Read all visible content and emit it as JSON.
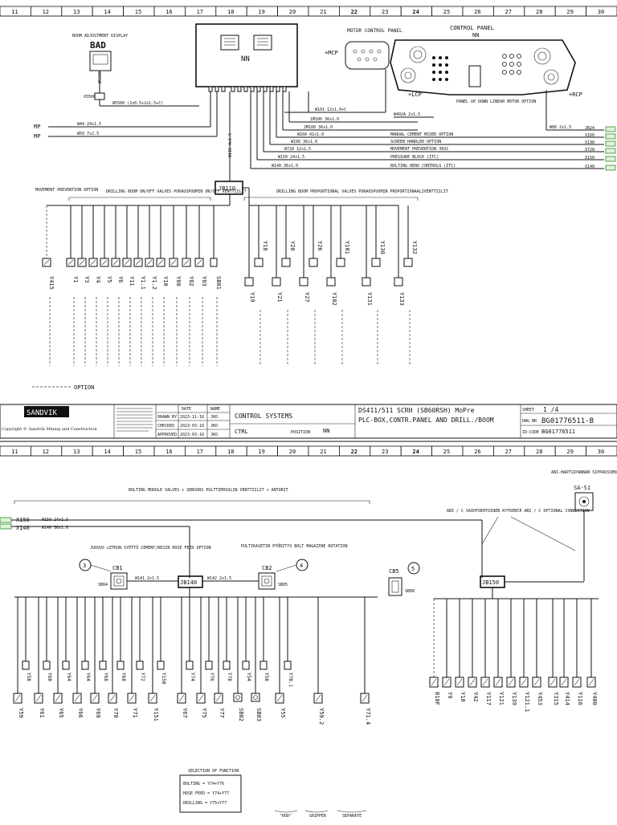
{
  "ruler": [
    "11",
    "12",
    "13",
    "14",
    "15",
    "16",
    "17",
    "18",
    "19",
    "20",
    "21",
    "22",
    "23",
    "24",
    "25",
    "26",
    "27",
    "28",
    "29",
    "30"
  ],
  "sheet1": {
    "boom_adj": {
      "title": "BOOM ADJUSTMENT DISPLAY",
      "name": "BAD",
      "w5": "W5500",
      "x5": "X5500",
      "cable": "W5500  (2x0.5+2x1.5+C)"
    },
    "nn": {
      "name": "NN"
    },
    "motor_panel": {
      "title": "MOTOR CONTROL PANEL",
      "mcp": "+MCP"
    },
    "control_panel": {
      "title": "CONTROL PANEL",
      "name": "NN",
      "lcp": "+LCP",
      "rcp": "+RCP",
      "linear": "PANEL UP DOWN LINEAR MOTOR OPTION"
    },
    "mp": [
      "MP",
      "MP"
    ],
    "wires": [
      {
        "w": "W44",
        "spec": "24x1.5"
      },
      {
        "w": "W50",
        "spec": "7x2.5"
      },
      {
        "w": "W101",
        "spec": "12x1.0+C"
      },
      {
        "w": "W402A",
        "spec": "2x1.5"
      },
      {
        "w": "1M100",
        "spec": "36x1.0"
      },
      {
        "w": "2M100",
        "spec": "36x1.0"
      },
      {
        "w": "W160",
        "spec": "42x1.0",
        "desc": "MANUAL CEMENT MIXER OPTION"
      },
      {
        "w": "W190",
        "spec": "36x1.0",
        "desc": "SCREEN HANDLER OPTION"
      },
      {
        "w": "W728",
        "spec": "12x1.5",
        "desc": "MOVEMENT PREVENTION 3691"
      },
      {
        "w": "W150",
        "spec": "24x1.5",
        "desc": "PRESSURE BLOCK (ITC)"
      },
      {
        "w": "W140",
        "spec": "36x1.0",
        "desc": "BOLTING HEAD CONTROLS (ITC)"
      },
      {
        "w": "W80",
        "spec": "2x1.5"
      }
    ],
    "right_ids": [
      "JB24",
      "X160",
      "X190",
      "X728",
      "X150",
      "X140"
    ],
    "jb": "JB110",
    "groups": {
      "mp_option": "MOVEMENT PREVENTION OPTION",
      "onoff": "DRILLING BOOM ON/OFF VALVES  PORAUSPUOMIN ON/OFF VENTTIILIT",
      "prop": "DRILLING BOOM PROPORTIONAL VALVES  PORAUSPUOMIN PROPORTIONAALIVENTTIILIT"
    },
    "valves_onoff": [
      "Y415",
      "Y1",
      "Y3",
      "Y4",
      "Y5",
      "Y6",
      "Y11",
      "Y1.1",
      "Y1.2",
      "Y10",
      "Y80",
      "Y82",
      "Y83",
      "SB01"
    ],
    "valves_prop_top": [
      "Y18",
      "Y20",
      "Y26",
      "Y101",
      "Y130",
      "Y132"
    ],
    "valves_prop_bot": [
      "Y19",
      "Y21",
      "Y27",
      "Y102",
      "Y131",
      "Y133"
    ],
    "option_label": "OPTION",
    "title_block": {
      "logo": "SANDVIK",
      "copyright": "Copyright © Sandvik Mining and Construction",
      "date_h": "DATE",
      "name_h": "NAME",
      "drawn": "DRAWN BY",
      "checked": "CHECKED",
      "approved": "APPROVED",
      "d1": "2023-11-16",
      "d2": "2023-03-16",
      "d3": "2023-03-16",
      "n1": "JKO",
      "n2": "JKO",
      "n3": "JKO",
      "t1": "CONTROL SYSTEMS",
      "t2": "CTRL",
      "position": "POSITION",
      "pos_val": "NN",
      "desc1": "DS411/511 SCRH (SB60RSH) MoPre",
      "desc2": "PLC-BOX,CONTR.PANEL AND DRILL./BOOM",
      "sheet_h": "SHEET",
      "sheet": "1 /4",
      "dwg_h": "DWG NR",
      "dwg": "BG01776511-B",
      "id_h": "ID-CODE",
      "id": "BG01776511"
    }
  },
  "sheet2": {
    "header": "BOLTING MODULE VALVES + SENSORS  PULTTIMOSULIN VENTTIILIT + ANTURIT",
    "x150": "X150",
    "x150_w": "W150  24x1.5",
    "x140": "X140",
    "x140_w": "W140  36x1.0",
    "cb1_title": "JUOVUS LETKUN SYÖTTÖ CEMENT/RESIN HOSE FEED OPTION",
    "cb2_title": "PULTIKASETIN PYÖRITYS BOLT MAGAZINE ROTATION",
    "cb1": "CB1",
    "cb2": "CB2",
    "cb5": "CB5",
    "num3": "3",
    "num4": "4",
    "num5": "5",
    "jb140": "JB140",
    "jb150": "JB150",
    "sb04": "SB04",
    "sb05": "SB05",
    "sb08": "SB08",
    "w141": "W141  2x1.5",
    "w142": "W142  2x1.5",
    "abi_title": "ABI-HARTSIPANNAN SIPPAUSSEKOITUS AUTOMATIC RESIN INJECTION",
    "sa": "SA-S1",
    "abi_conn": "ABI / C VAIHTOEHTOINEN KYTKENTÄ  ABI / C OPTIONAL CONNECTION",
    "valves_bot": [
      "Y59",
      "Y61",
      "Y65",
      "Y66",
      "Y69",
      "Y70",
      "Y71",
      "Y151",
      "Y67",
      "Y75",
      "Y77",
      "SB02",
      "SB03",
      "Y55",
      "Y59.2",
      "Y71.4"
    ],
    "valves_top": [
      "Y58",
      "Y60",
      "Y64",
      "Y64",
      "Y68",
      "Y68",
      "Y72",
      "Y150",
      "Y74",
      "Y76",
      "Y78",
      "Y54",
      "Y58",
      "Y70.1"
    ],
    "right_valves": [
      "B10F",
      "Y9",
      "Y10",
      "Y42",
      "Y117",
      "Y121",
      "Y139",
      "Y121.1",
      "Y453",
      "Y315",
      "Y414",
      "Y116",
      "Y400"
    ],
    "selection": {
      "title": "SELECTION OF FUNCTION",
      "r1": "BOLTING = Y74+Y76",
      "r2": "HOSE FEED = Y74+Y77",
      "r3": "DRILLING = Y75+Y77"
    },
    "foot": [
      "\"ROD\"",
      "GRIPPER",
      "SEPARATE"
    ]
  }
}
